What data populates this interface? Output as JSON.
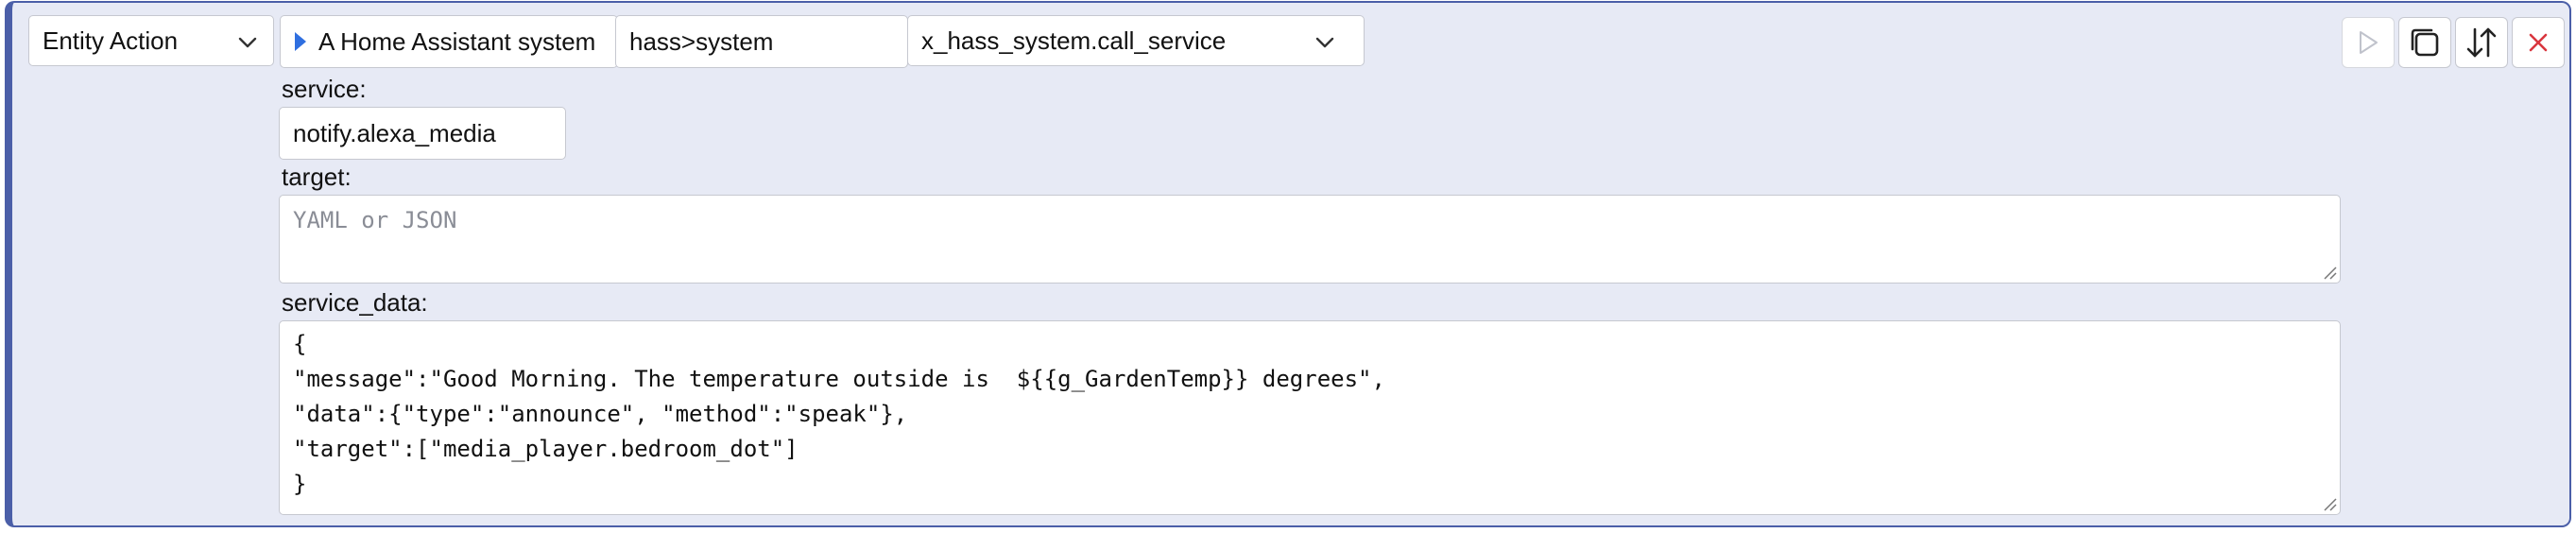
{
  "action_row": {
    "type_select": "Entity Action",
    "system_label": "A Home Assistant system",
    "system_id": "hass>system",
    "method_select": "x_hass_system.call_service"
  },
  "fields": {
    "service_label": "service:",
    "service_value": "notify.alexa_media",
    "target_label": "target:",
    "target_placeholder": "YAML or JSON",
    "service_data_label": "service_data:",
    "service_data_lines": [
      "{",
      "\"message\":\"Good Morning. The temperature outside is  ${{g_GardenTemp}} degrees\",",
      "\"data\":{\"type\":\"announce\", \"method\":\"speak\"},",
      "\"target\":[\"media_player.bedroom_dot\"]",
      "}"
    ]
  },
  "toolbar": {
    "run_icon": "play-icon",
    "copy_icon": "copy-icon",
    "reorder_icon": "reorder-arrows-icon",
    "delete_icon": "close-icon"
  },
  "colors": {
    "panel_bg": "#e7eaf5",
    "panel_border": "#4b5fa8",
    "accent_blue": "#2f6fe0",
    "delete_red": "#d9363e",
    "disabled_gray": "#c0c3cc"
  }
}
